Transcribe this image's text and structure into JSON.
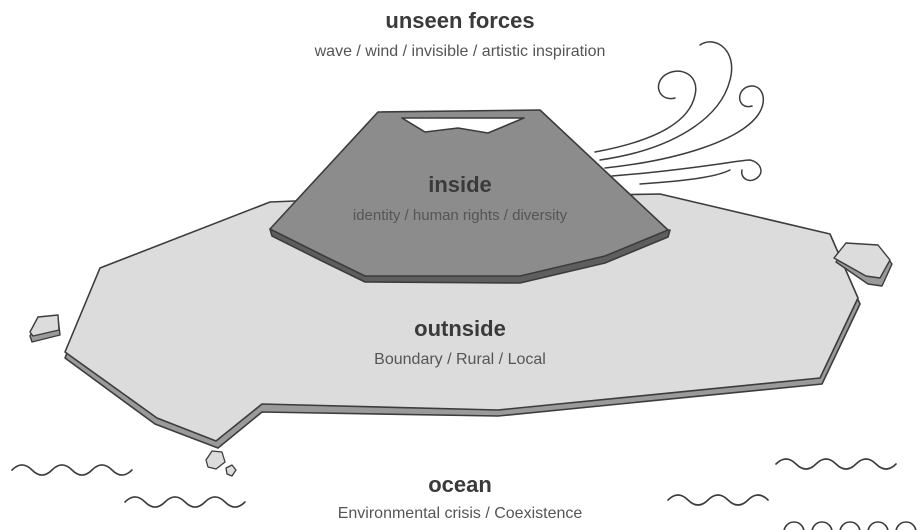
{
  "colors": {
    "background": "#ffffff",
    "stroke": "#3c3c3c",
    "island_fill": "#dcdcdc",
    "island_edge": "#9a9a9a",
    "mountain_fill": "#8c8c8c",
    "mountain_edge": "#5e5e5e",
    "title_text": "#3a3a3a",
    "subtitle_text": "#555555"
  },
  "sections": {
    "unseen_forces": {
      "title": "unseen forces",
      "subtitle": "wave / wind / invisible / artistic inspiration"
    },
    "inside": {
      "title": "inside",
      "subtitle": "identity / human rights / diversity"
    },
    "outside": {
      "title": "outnside",
      "subtitle": "Boundary / Rural / Local"
    },
    "ocean": {
      "title": "ocean",
      "subtitle": "Environmental crisis / Coexistence"
    }
  },
  "icons": [
    "wind-icon",
    "wave-icon",
    "rock-icon",
    "island-shape",
    "mountain-shape"
  ]
}
